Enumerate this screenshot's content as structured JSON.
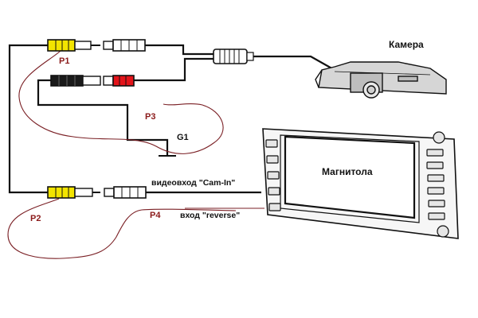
{
  "labels": {
    "camera": "Камера",
    "head_unit": "Магнитола",
    "video_in": "видеовход \"Cam-In\"",
    "reverse_in": "вход \"reverse\"",
    "p1": "P1",
    "p2": "P2",
    "p3": "P3",
    "p4": "P4",
    "g1": "G1"
  },
  "colors": {
    "wire": "#111111",
    "red_wire": "#7a1f24",
    "plug_yellow": "#f3e400",
    "plug_red": "#e3141a",
    "plug_black": "#1a1a1a",
    "plug_white": "#ffffff",
    "label_red": "#8b1a1a",
    "metal": "#cfcfcf"
  }
}
